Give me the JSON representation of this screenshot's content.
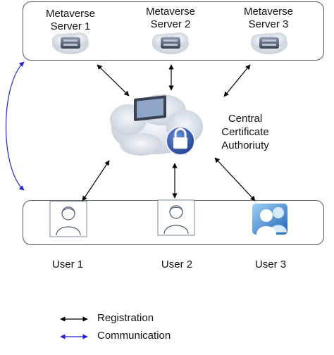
{
  "servers": [
    {
      "line1": "Metaverse",
      "line2": "Server 1"
    },
    {
      "line1": "Metaverse",
      "line2": "Server 2"
    },
    {
      "line1": "Metaverse",
      "line2": "Server 3"
    }
  ],
  "authority": {
    "line1": "Central",
    "line2": "Certificate",
    "line3": "Authoriuty"
  },
  "users": [
    {
      "label": "User 1"
    },
    {
      "label": "User 2"
    },
    {
      "label": "User 3"
    }
  ],
  "legend": {
    "registration": "Registration",
    "communication": "Communication"
  },
  "colors": {
    "registration_arrow": "#000000",
    "communication_arrow": "#2222dd",
    "cloud": "#d8dde6"
  },
  "icons": [
    "server-cloud-icon",
    "lock-cloud-icon",
    "user-avatar-icon",
    "user-group-icon"
  ]
}
